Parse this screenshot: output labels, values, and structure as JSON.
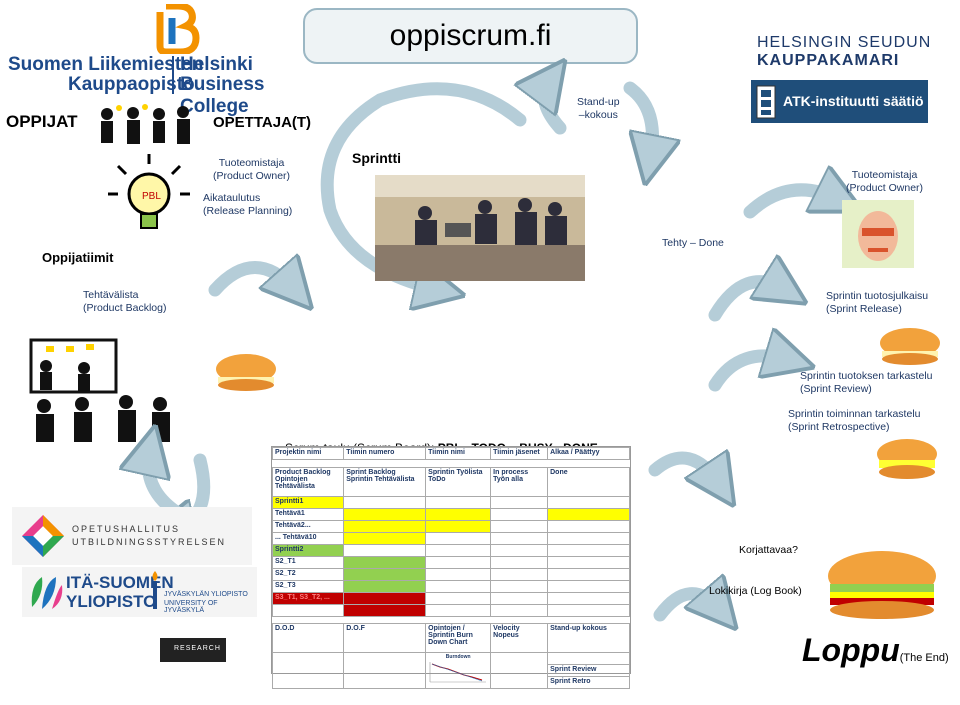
{
  "title": "oppiscrum.fi",
  "logos": {
    "slk_line1": "Suomen Liikemiesten",
    "slk_line2": "Kauppaopisto",
    "hbc_line1": "Helsinki",
    "hbc_line2": "Business College",
    "hsk_line1": "HELSINGIN SEUDUN",
    "hsk_line2": "KAUPPAKAMARI",
    "atk": "ATK-instituutti säätiö",
    "oph_line1": "OPETUSHALLITUS",
    "oph_line2": "UTBILDNINGSSTYRELSEN",
    "uef_line1": "ITÄ-SUOMEN",
    "uef_line2": "YLIOPISTO",
    "jyu_line1": "JYVÄSKYLÄN YLIOPISTO",
    "jyu_line2": "UNIVERSITY OF JYVÄSKYLÄ",
    "research": "RESEARCH"
  },
  "labels": {
    "oppijat": "OPPIJAT",
    "opettajat": "OPETTAJA(T)",
    "product_owner_left": "Tuoteomistaja\n(Product Owner)",
    "release_planning": "Aikataulutus\n(Release Planning)",
    "sprintti": "Sprintti",
    "standup": "Stand-up\n–kokous",
    "product_owner_right": "Tuoteomistaja\n(Product Owner)",
    "oppijatiimit": "Oppijatiimit",
    "tehty_done": "Tehty – Done",
    "product_backlog": "Tehtävälista\n(Product Backlog)",
    "sprint_release": "Sprintin tuotosjulkaisu\n(Sprint Release)",
    "sprint_review": "Sprintin tuotoksen tarkastelu\n(Sprint Review)",
    "sprint_retro": "Sprintin toiminnan tarkastelu\n(Sprint Retrospective)",
    "scrum_board_prefix": "Scrum-taulu (Scrum Board): ",
    "scrum_board_bold": "PBL –TODO – BUSY - DONE",
    "korjattavaa": "Korjattavaa?",
    "lokikirja": "Lokikirja (Log Book)",
    "loppu": "Loppu",
    "the_end": "(The End)"
  },
  "board": {
    "header": [
      "Projektin nimi",
      "Tiimin numero",
      "Tiimin nimi",
      "Tiimin jäsenet",
      "Alkaa / Päättyy"
    ],
    "col_heads": [
      "Product Backlog\nOpintojen\nTehtävälista",
      "Sprint Backlog\nSprintin Tehtävälista",
      "Sprintin Työlista\nToDo",
      "In process\nTyön alla",
      "Done"
    ],
    "rows": [
      "Sprintti1",
      "Tehtävä1",
      "Tehtävä2...",
      "... Tehtävä10",
      "Sprintti2",
      "S2_T1",
      "S2_T2",
      "S2_T3",
      "S3_T1, S3_T2, ..."
    ],
    "bottom": [
      "D.O.D",
      "D.O.F",
      "Opintojen /\nSprintin Burn\nDown Chart",
      "Velocity\nNopeus",
      "Stand-up kokous"
    ],
    "burn_title": "Burndown",
    "review": "Sprint Review",
    "retro": "Sprint Retro"
  },
  "colors": {
    "arrow": "#b5cdd8",
    "yellow": "#ffff00",
    "green": "#92d050",
    "red": "#c00000",
    "title_border": "#9bb7c4"
  }
}
